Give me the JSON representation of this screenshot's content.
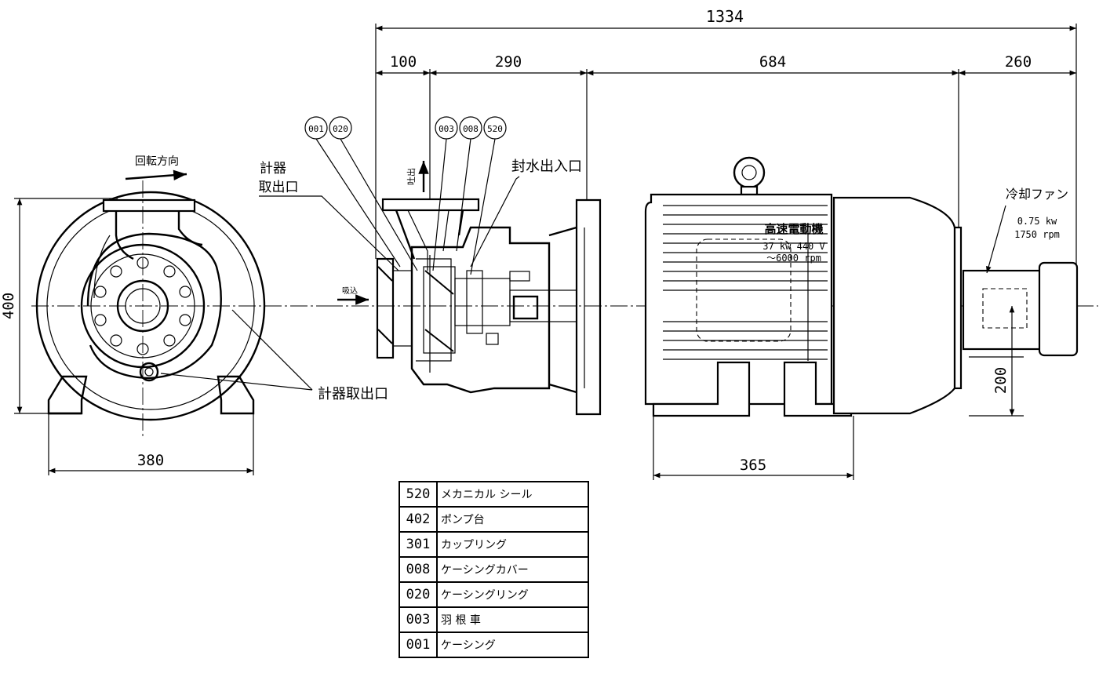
{
  "dimensions": {
    "overall_length": "1334",
    "segment_1": "100",
    "segment_2": "290",
    "segment_3": "684",
    "segment_4": "260",
    "height": "400",
    "base_width": "380",
    "motor_foot_span": "365",
    "shaft_height": "200"
  },
  "callouts": {
    "c001": "001",
    "c020": "020",
    "c003": "003",
    "c008": "008",
    "c520": "520"
  },
  "labels": {
    "rotation_direction": "回転方向",
    "gauge_port_line1": "計器",
    "gauge_port_line2": "取出口",
    "gauge_port_front": "計器取出口",
    "seal_water_port": "封水出入口",
    "discharge": "吐出",
    "suction": "吸込",
    "motor_title": "高速電動機",
    "motor_spec_1": "37 kw 440 V",
    "motor_spec_2": "～6000 rpm",
    "fan_title": "冷却ファン",
    "fan_spec_1": "0.75 kw",
    "fan_spec_2": "1750 rpm"
  },
  "parts_list": [
    {
      "no": "520",
      "name": "メカニカル シール"
    },
    {
      "no": "402",
      "name": "ポンプ台"
    },
    {
      "no": "301",
      "name": "カップリング"
    },
    {
      "no": "008",
      "name": "ケーシングカバー"
    },
    {
      "no": "020",
      "name": "ケーシングリング"
    },
    {
      "no": "003",
      "name": "羽 根 車"
    },
    {
      "no": "001",
      "name": "ケーシング"
    }
  ]
}
